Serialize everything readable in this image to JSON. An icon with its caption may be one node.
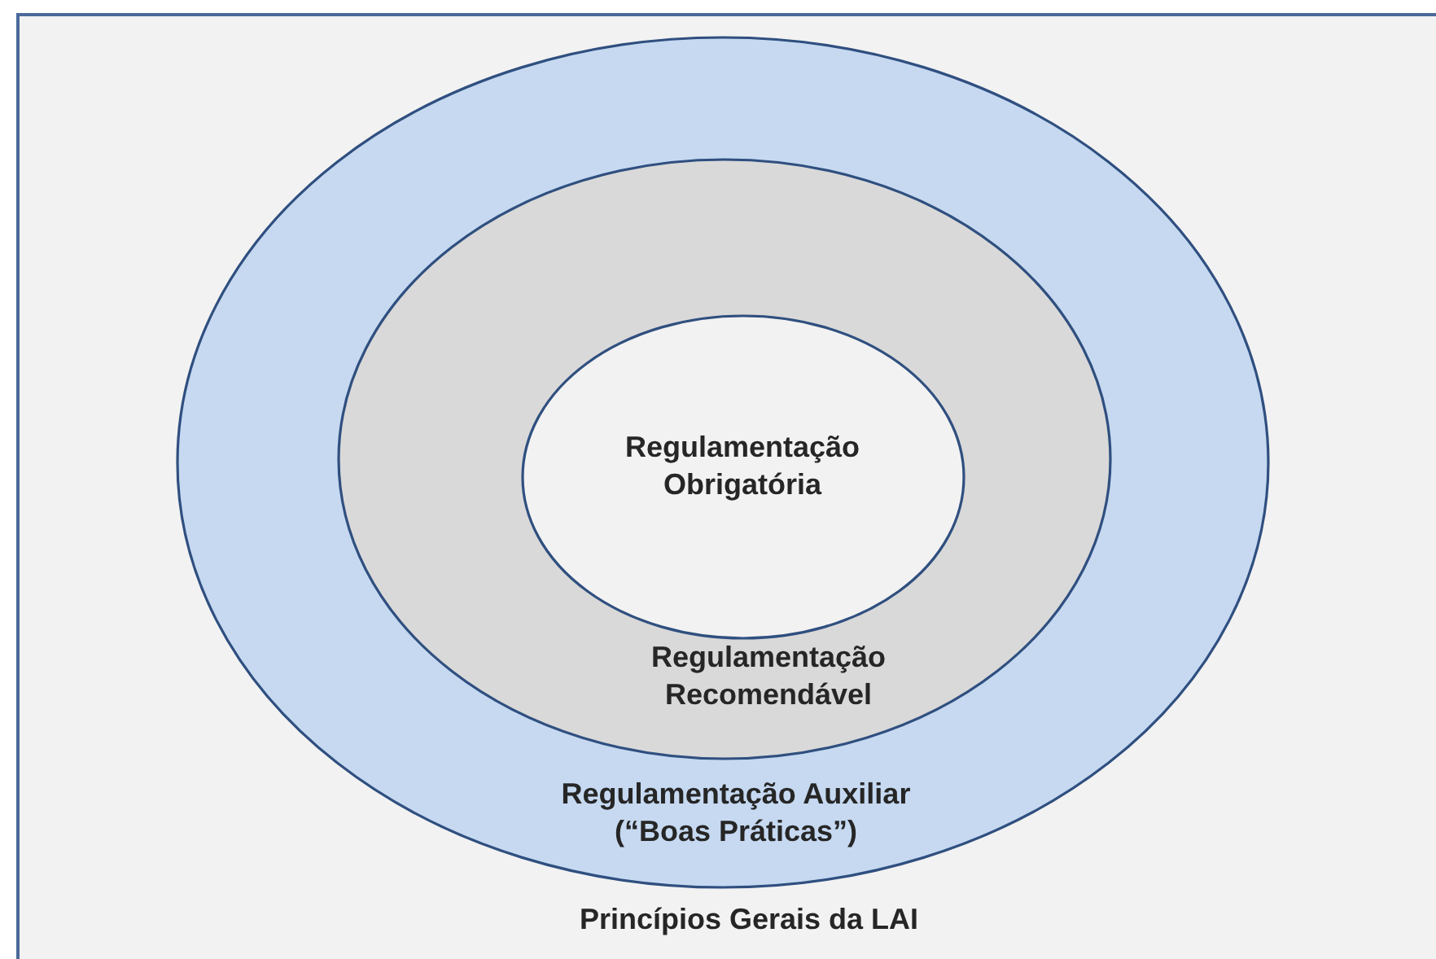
{
  "diagram": {
    "nodes": [
      {
        "text": [
          "Princípios Gerais da LAI"
        ]
      },
      {
        "text": [
          "Regulamentação Auxiliar (“Boas Práticas”)"
        ],
        "in": 0
      },
      {
        "text": [
          "Regulamentação Recomendável"
        ],
        "in": 1
      },
      {
        "text": [
          "Regulamentação Obrigatória"
        ],
        "in": 2
      }
    ]
  }
}
